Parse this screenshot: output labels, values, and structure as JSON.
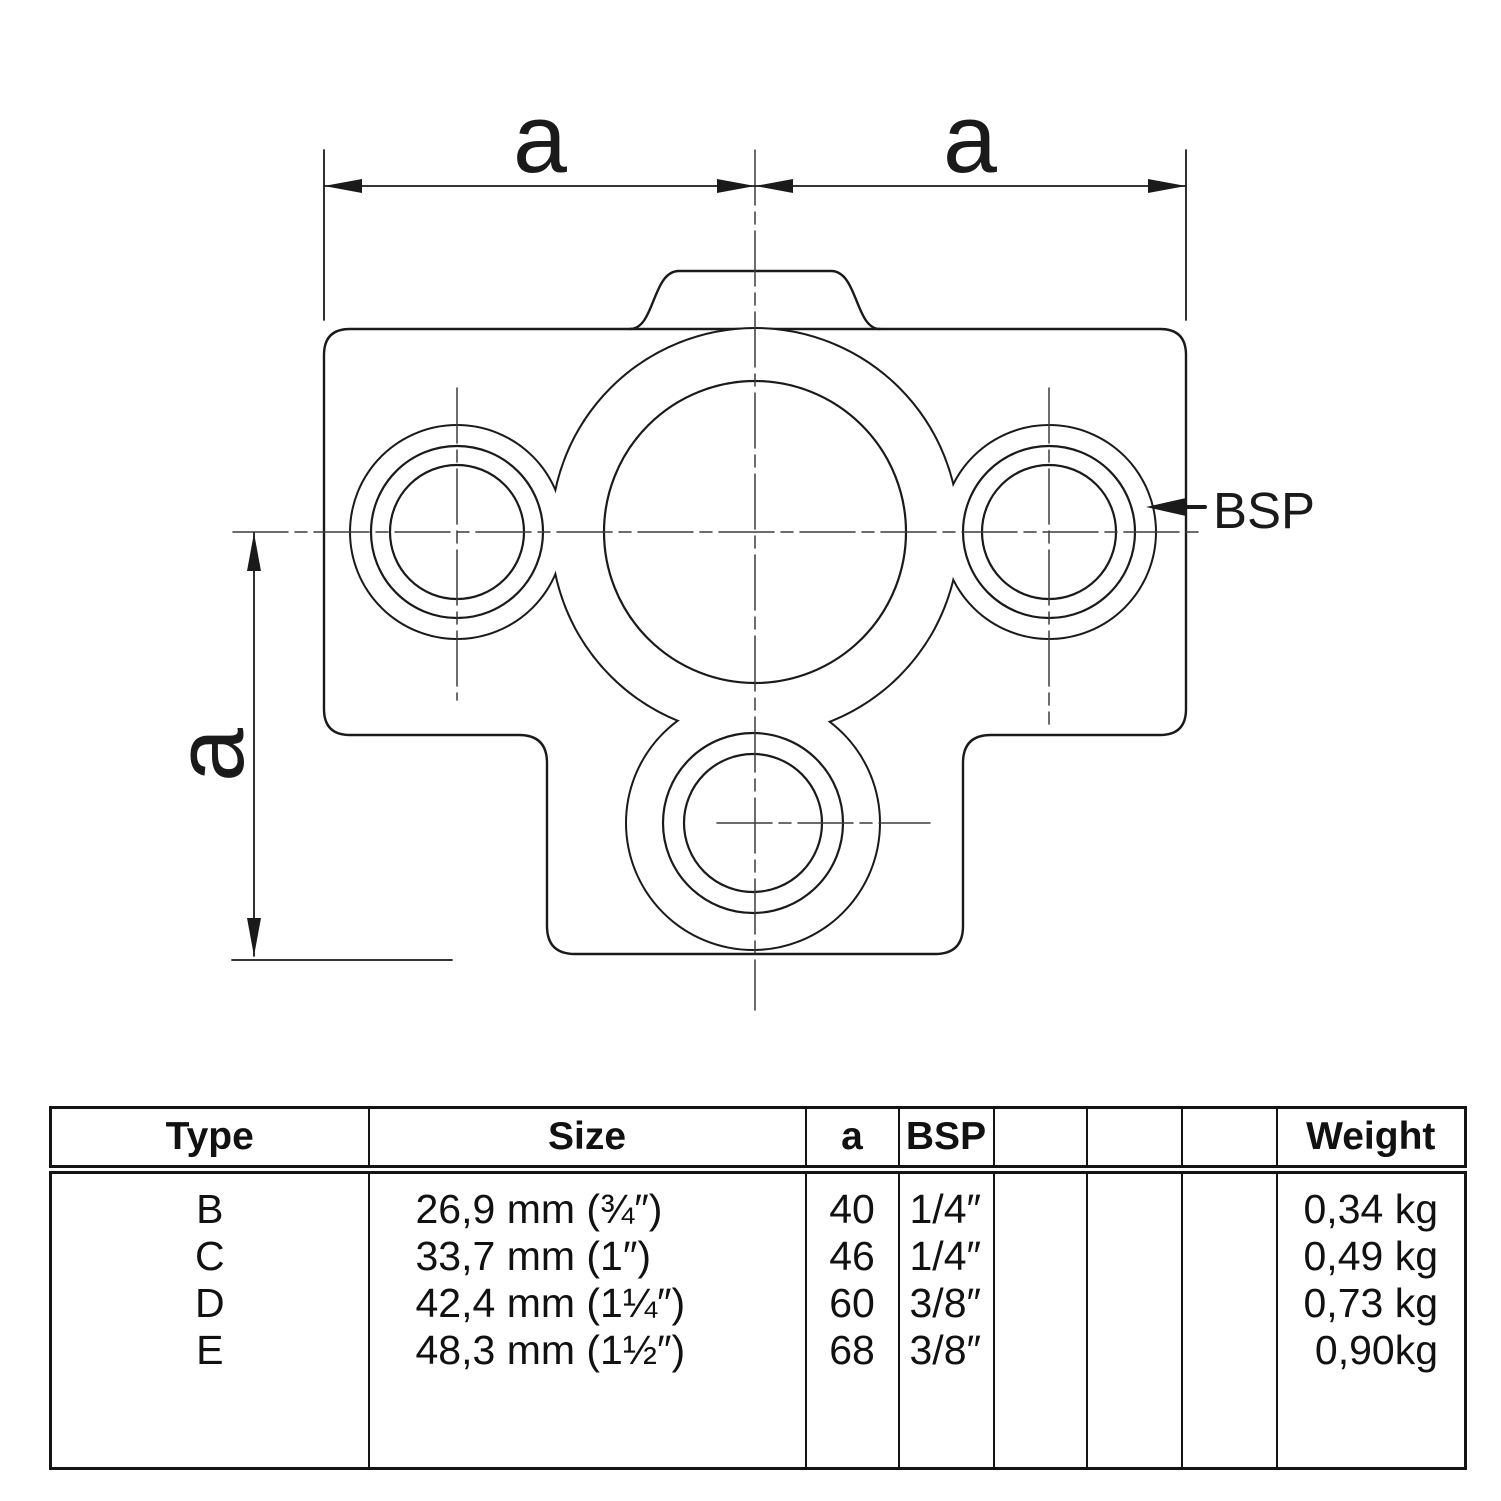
{
  "drawing": {
    "dim_top_left_label": "a",
    "dim_top_right_label": "a",
    "dim_left_label": "a",
    "bsp_callout_label": "BSP",
    "line_color": "#1a1a1a"
  },
  "table": {
    "columns": [
      "Type",
      "Size",
      "a",
      "BSP",
      "",
      "",
      "",
      "Weight"
    ],
    "rows": [
      {
        "type": "B",
        "size": "26,9 mm (¾″)",
        "a": "40",
        "bsp": "1/4″",
        "e1": "",
        "e2": "",
        "e3": "",
        "weight": "0,34 kg"
      },
      {
        "type": "C",
        "size": "33,7 mm (1″)",
        "a": "46",
        "bsp": "1/4″",
        "e1": "",
        "e2": "",
        "e3": "",
        "weight": "0,49 kg"
      },
      {
        "type": "D",
        "size": "42,4 mm (1¼″)",
        "a": "60",
        "bsp": "3/8″",
        "e1": "",
        "e2": "",
        "e3": "",
        "weight": "0,73 kg"
      },
      {
        "type": "E",
        "size": "48,3 mm (1½″)",
        "a": "68",
        "bsp": "3/8″",
        "e1": "",
        "e2": "",
        "e3": "",
        "weight": "0,90kg"
      }
    ]
  }
}
